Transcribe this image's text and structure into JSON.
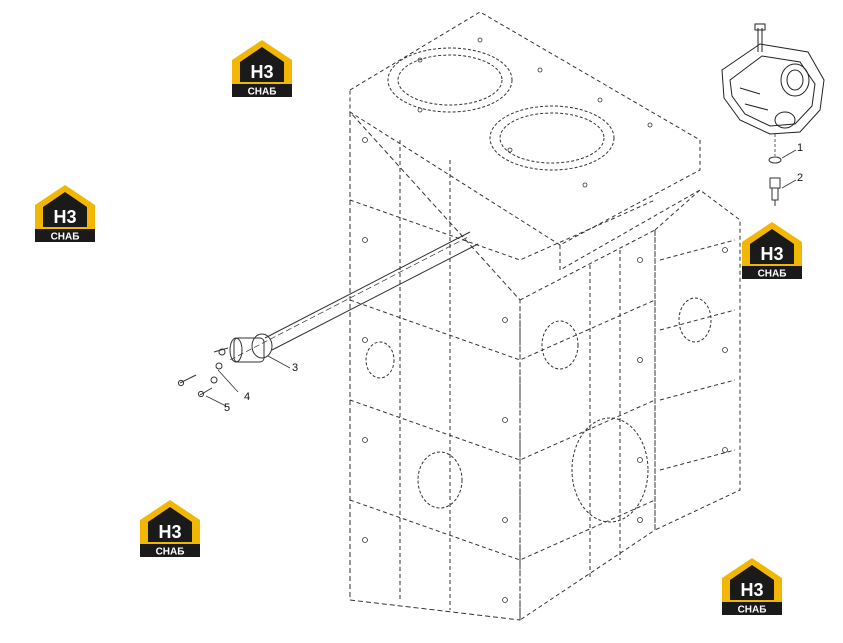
{
  "brand": {
    "letters": "H3",
    "wordmark": "СНАБ",
    "colors": {
      "yellow": "#f2b705",
      "dark": "#1a1a1a",
      "white": "#ffffff"
    }
  },
  "callouts": [
    "1",
    "2",
    "3",
    "4",
    "5"
  ],
  "colors": {
    "line": "#333333",
    "dash": "#444444"
  },
  "icons": [
    "brand-logo-icon",
    "engine-block-icon",
    "pump-housing-icon",
    "sensor-icon",
    "bolt-icon",
    "washer-icon"
  ]
}
